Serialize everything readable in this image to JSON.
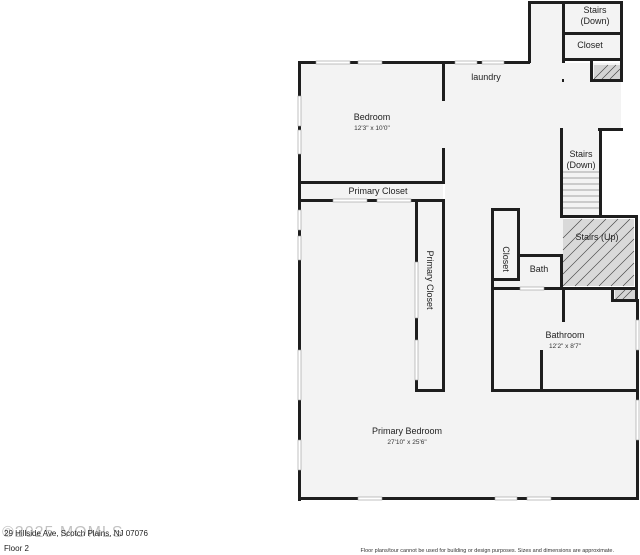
{
  "rooms": {
    "bedroom": {
      "name": "Bedroom",
      "dims": "12'3\" x 10'0\""
    },
    "laundry": {
      "name": "laundry"
    },
    "closet_top": {
      "name": "Closet"
    },
    "stairs_down_top": {
      "name_line1": "Stairs",
      "name_line2": "(Down)"
    },
    "stairs_down_mid": {
      "name_line1": "Stairs",
      "name_line2": "(Down)"
    },
    "primary_closet_h": {
      "name": "Primary Closet"
    },
    "primary_closet_v": {
      "name": "Primary Closet"
    },
    "closet_small": {
      "name": "Closet"
    },
    "bath": {
      "name": "Bath"
    },
    "stairs_up": {
      "name": "Stairs (Up)"
    },
    "bathroom": {
      "name": "Bathroom",
      "dims": "12'2\" x 8'7\""
    },
    "primary_bedroom": {
      "name": "Primary Bedroom",
      "dims": "27'10\" x 25'6\""
    }
  },
  "footer": {
    "address": "29 Hillside Ave, Scotch Plains, NJ 07076",
    "floor": "Floor 2",
    "disclaimer": "Floor plans/tour cannot be used for building or design purposes. Sizes and dimensions are approximate."
  },
  "watermark": "©2025 MOMLS"
}
